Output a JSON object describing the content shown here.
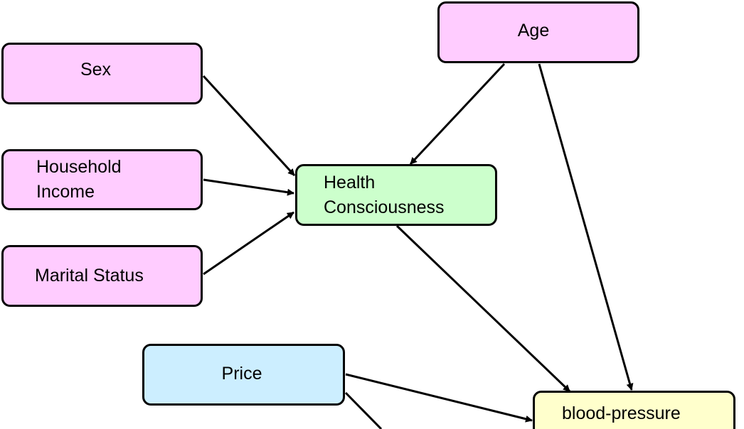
{
  "diagram": {
    "nodes": {
      "sex": {
        "label": "Sex",
        "color": "#ffccff"
      },
      "household_income": {
        "label": "Household\nIncome",
        "color": "#ffccff"
      },
      "marital_status": {
        "label": "Marital Status",
        "color": "#ffccff"
      },
      "age": {
        "label": "Age",
        "color": "#ffccff"
      },
      "health_consciousness": {
        "label": "Health\nConsciousness",
        "color": "#ccffcc"
      },
      "price": {
        "label": "Price",
        "color": "#cceeff"
      },
      "blood_pressure": {
        "label": "blood-pressure",
        "color": "#ffffcc"
      }
    },
    "edges": [
      {
        "from": "sex",
        "to": "health_consciousness"
      },
      {
        "from": "household_income",
        "to": "health_consciousness"
      },
      {
        "from": "marital_status",
        "to": "health_consciousness"
      },
      {
        "from": "age",
        "to": "health_consciousness"
      },
      {
        "from": "age",
        "to": "blood_pressure"
      },
      {
        "from": "health_consciousness",
        "to": "blood_pressure"
      },
      {
        "from": "price",
        "to": "blood_pressure"
      }
    ]
  }
}
